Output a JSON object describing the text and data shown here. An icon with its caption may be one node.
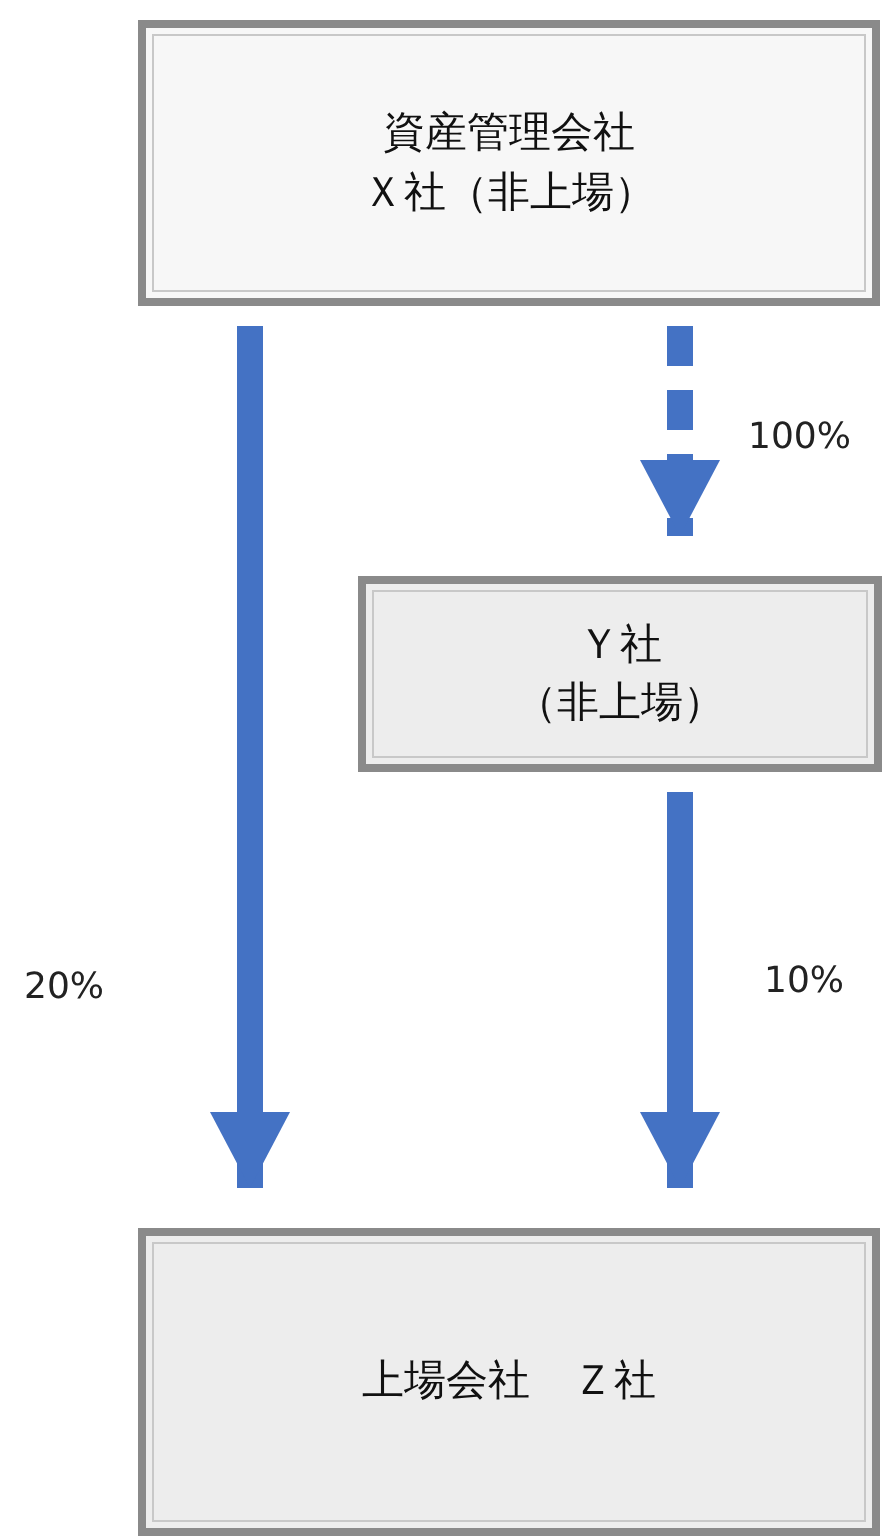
{
  "diagram": {
    "nodes": [
      {
        "text": [
          "資産管理会社",
          "Ｘ社（非上場）"
        ]
      },
      {
        "text": [
          "Ｙ社",
          "（非上場）"
        ]
      },
      {
        "text": [
          "上場会社　Ｚ社"
        ]
      }
    ],
    "edges": [
      {
        "from": 0,
        "to": 2,
        "arrow": "to",
        "label": "20%"
      },
      {
        "from": 0,
        "to": 1,
        "arrow": "to",
        "label": "100%",
        "style": "dashed"
      },
      {
        "from": 1,
        "to": 2,
        "arrow": "to",
        "label": "10%"
      }
    ]
  }
}
